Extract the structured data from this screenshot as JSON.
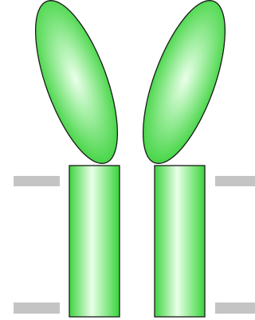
{
  "diagram": {
    "type": "membrane-receptor-dimer",
    "subunits": [
      {
        "id": "left",
        "domains": [
          "extracellular-ellipse",
          "transmembrane-cylinder"
        ]
      },
      {
        "id": "right",
        "domains": [
          "extracellular-ellipse",
          "transmembrane-cylinder"
        ]
      }
    ],
    "membrane_marks": [
      "upper-left",
      "upper-right",
      "lower-left",
      "lower-right"
    ]
  },
  "colors": {
    "fill_light": "#eaffea",
    "fill_mid": "#7ee27e",
    "fill_dark": "#2fcf2f",
    "outline": "#1a1a1a",
    "membrane": "#c4c4c4"
  }
}
